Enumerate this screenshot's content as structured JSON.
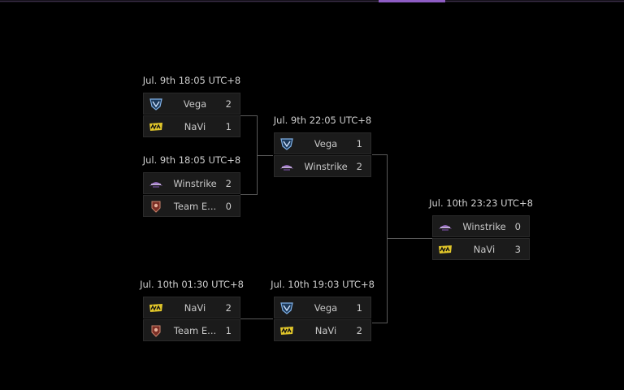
{
  "theme": {
    "background": "#000000",
    "accent": "#8e5cc4"
  },
  "bracket": {
    "matches": [
      {
        "id": "m1",
        "date": "Jul. 9th 18:05 UTC+8",
        "teams": [
          {
            "name": "Vega",
            "score": "2",
            "logo": "vega-logo-icon"
          },
          {
            "name": "NaVi",
            "score": "1",
            "logo": "navi-logo-icon"
          }
        ]
      },
      {
        "id": "m2",
        "date": "Jul. 9th 18:05 UTC+8",
        "teams": [
          {
            "name": "Winstrike",
            "score": "2",
            "logo": "winstrike-logo-icon"
          },
          {
            "name": "Team E...",
            "score": "0",
            "logo": "team-empire-logo-icon"
          }
        ]
      },
      {
        "id": "m3",
        "date": "Jul. 9th 22:05 UTC+8",
        "teams": [
          {
            "name": "Vega",
            "score": "1",
            "logo": "vega-logo-icon"
          },
          {
            "name": "Winstrike",
            "score": "2",
            "logo": "winstrike-logo-icon"
          }
        ]
      },
      {
        "id": "m4",
        "date": "Jul. 10th 01:30 UTC+8",
        "teams": [
          {
            "name": "NaVi",
            "score": "2",
            "logo": "navi-logo-icon"
          },
          {
            "name": "Team E...",
            "score": "1",
            "logo": "team-empire-logo-icon"
          }
        ]
      },
      {
        "id": "m5",
        "date": "Jul. 10th 19:03 UTC+8",
        "teams": [
          {
            "name": "Vega",
            "score": "1",
            "logo": "vega-logo-icon"
          },
          {
            "name": "NaVi",
            "score": "2",
            "logo": "navi-logo-icon"
          }
        ]
      },
      {
        "id": "m6",
        "date": "Jul. 10th 23:23 UTC+8",
        "teams": [
          {
            "name": "Winstrike",
            "score": "0",
            "logo": "winstrike-logo-icon"
          },
          {
            "name": "NaVi",
            "score": "3",
            "logo": "navi-logo-icon"
          }
        ]
      }
    ]
  }
}
